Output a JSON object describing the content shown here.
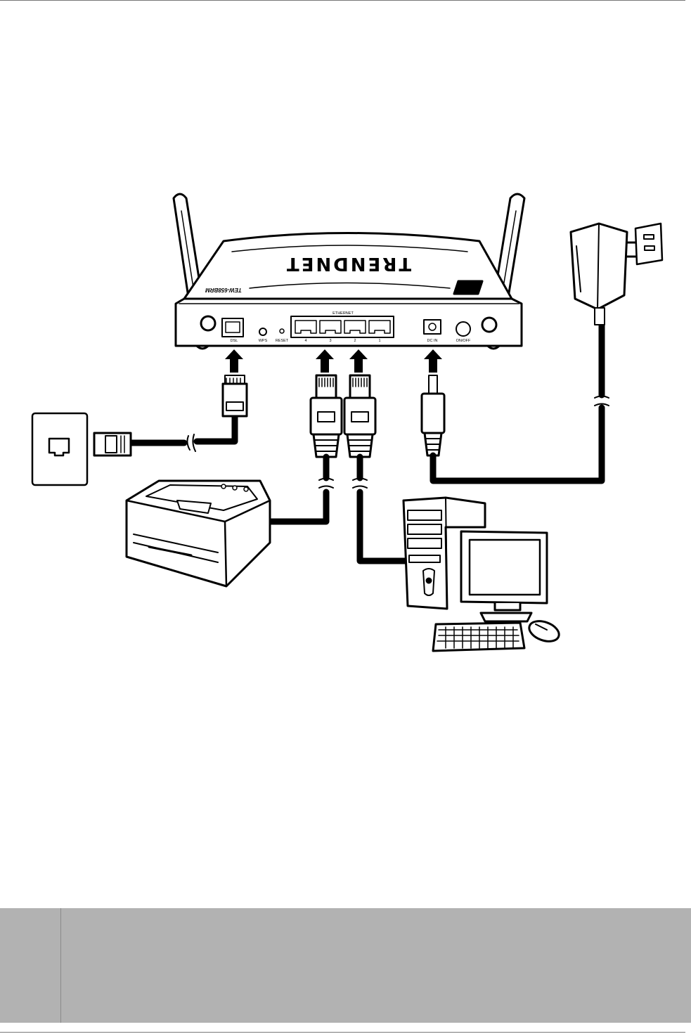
{
  "router": {
    "brand": "TRENDNET",
    "model": "TEW-658BRM",
    "ports": {
      "dsl": "DSL",
      "wps": "WPS",
      "reset": "RESET",
      "ethernet": "ETHERNET",
      "lan4": "4",
      "lan3": "3",
      "lan2": "2",
      "lan1": "1",
      "dc_in": "DC IN",
      "on_off": "ON/OFF"
    }
  },
  "note": {
    "label": "",
    "text": ""
  }
}
